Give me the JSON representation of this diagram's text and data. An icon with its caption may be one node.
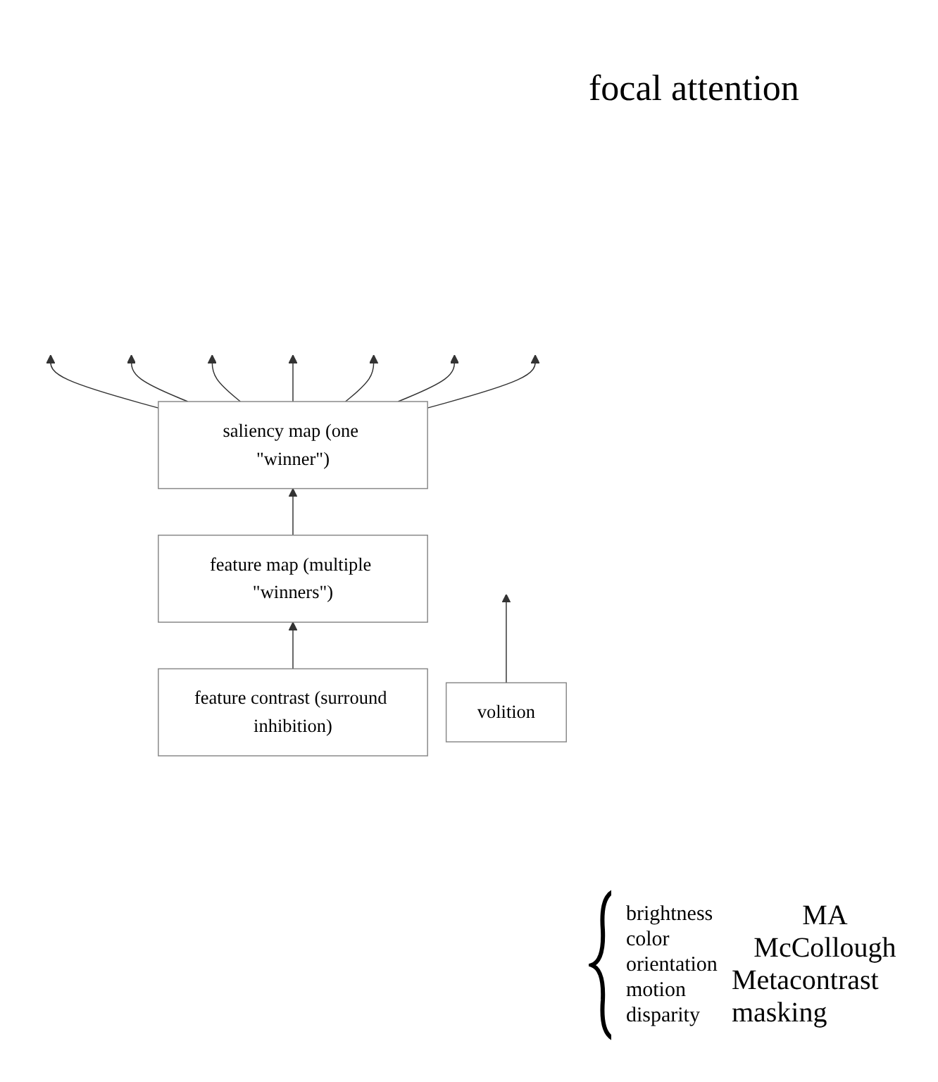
{
  "diagram": {
    "nodes": [
      {
        "text": [
          "volition"
        ]
      },
      {
        "text": [
          "saliency map (one \"winner\")"
        ]
      },
      {
        "text": [
          "feature map (multiple \"winners\")"
        ]
      },
      {
        "text": [
          "feature contrast (surround inhibition)"
        ]
      }
    ],
    "edges": [
      {
        "from": 0,
        "to": null,
        "arrow": "to"
      },
      {
        "from": 1,
        "to": null,
        "arrow": "to"
      },
      {
        "from": 1,
        "to": null,
        "arrow": "to"
      },
      {
        "from": 1,
        "to": null,
        "arrow": "to"
      },
      {
        "from": 1,
        "to": null,
        "arrow": "to"
      },
      {
        "from": 1,
        "to": null,
        "arrow": "to"
      },
      {
        "from": 1,
        "to": null,
        "arrow": "to"
      },
      {
        "from": 1,
        "to": null,
        "arrow": "to"
      },
      {
        "from": 3,
        "to": 2,
        "arrow": "to"
      },
      {
        "from": 2,
        "to": 1,
        "arrow": "to"
      }
    ],
    "labels": [
      "focal attention",
      "brightness",
      "color",
      "orientation",
      "motion",
      "disparity",
      "MA",
      "McCollough",
      "Metacontrast masking"
    ]
  }
}
